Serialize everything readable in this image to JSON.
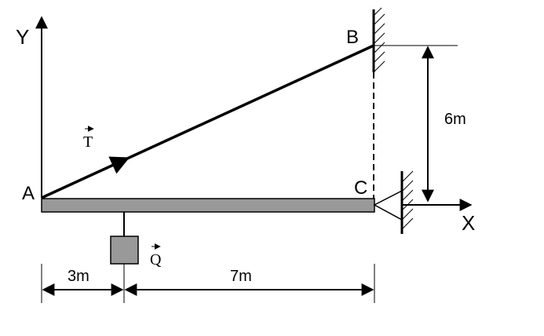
{
  "axes": {
    "y_label": "Y",
    "x_label": "X"
  },
  "points": {
    "a": "A",
    "b": "B",
    "c": "C"
  },
  "vectors": {
    "tension": "T",
    "load": "Q"
  },
  "dimensions": {
    "height": "6m",
    "left_span": "3m",
    "right_span": "7m"
  },
  "colors": {
    "beam": "#999999",
    "weight": "#999999",
    "line": "#000000"
  }
}
